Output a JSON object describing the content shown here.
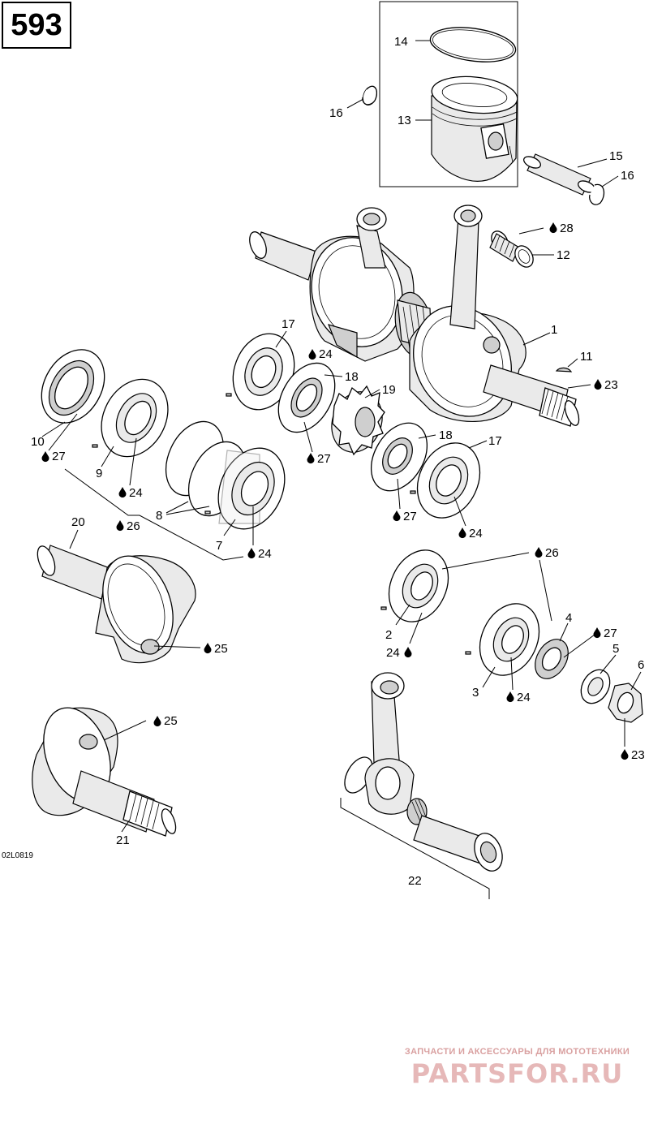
{
  "page_number": "593",
  "drawing_code": "02L0819",
  "watermark": {
    "subtitle": "ЗАПЧАСТИ И АКСЕССУАРЫ ДЛЯ МОТОТЕХНИКИ",
    "brand": "PARTSFOR.RU"
  },
  "callouts": {
    "c1": "1",
    "c2": "2",
    "c3": "3",
    "c4": "4",
    "c5": "5",
    "c6": "6",
    "c7": "7",
    "c8": "8",
    "c9": "9",
    "c10": "10",
    "c11": "11",
    "c12": "12",
    "c13": "13",
    "c14": "14",
    "c15": "15",
    "c16a": "16",
    "c16b": "16",
    "c17a": "17",
    "c17b": "17",
    "c18a": "18",
    "c18b": "18",
    "c19": "19",
    "c20": "20",
    "c21": "21",
    "c22": "22"
  },
  "lubricant_refs": {
    "r24a": "24",
    "r24b": "24",
    "r24c": "24",
    "r24d": "24",
    "r24e": "24",
    "r24f": "24",
    "r23a": "23",
    "r23b": "23",
    "r25a": "25",
    "r25b": "25",
    "r26a": "26",
    "r26b": "26",
    "r27a": "27",
    "r27b": "27",
    "r27c": "27",
    "r27d": "27",
    "r28": "28"
  },
  "icons": {
    "lubricant": "oil-drop-icon"
  }
}
